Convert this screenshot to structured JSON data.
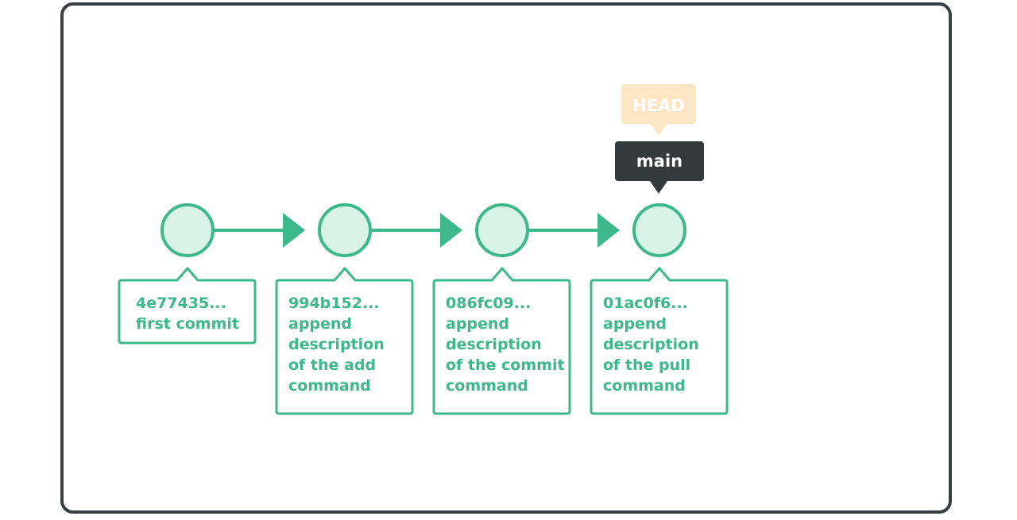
{
  "colors": {
    "accent": "#3db88b",
    "node_fill": "#daf3e8",
    "frame": "#3a3f42",
    "head_bg": "#fce6c3",
    "branch_bg": "#343a3c",
    "label_white": "#ffffff"
  },
  "head_label": "HEAD",
  "branch_label": "main",
  "commits": [
    {
      "hash": "4e77435...",
      "message_lines": [
        "first commit"
      ]
    },
    {
      "hash": "994b152...",
      "message_lines": [
        "append",
        "description",
        "of the add",
        "command"
      ]
    },
    {
      "hash": "086fc09...",
      "message_lines": [
        "append",
        "description",
        "of the commit",
        "command"
      ]
    },
    {
      "hash": "01ac0f6...",
      "message_lines": [
        "append",
        "description",
        "of the pull",
        "command"
      ]
    }
  ]
}
